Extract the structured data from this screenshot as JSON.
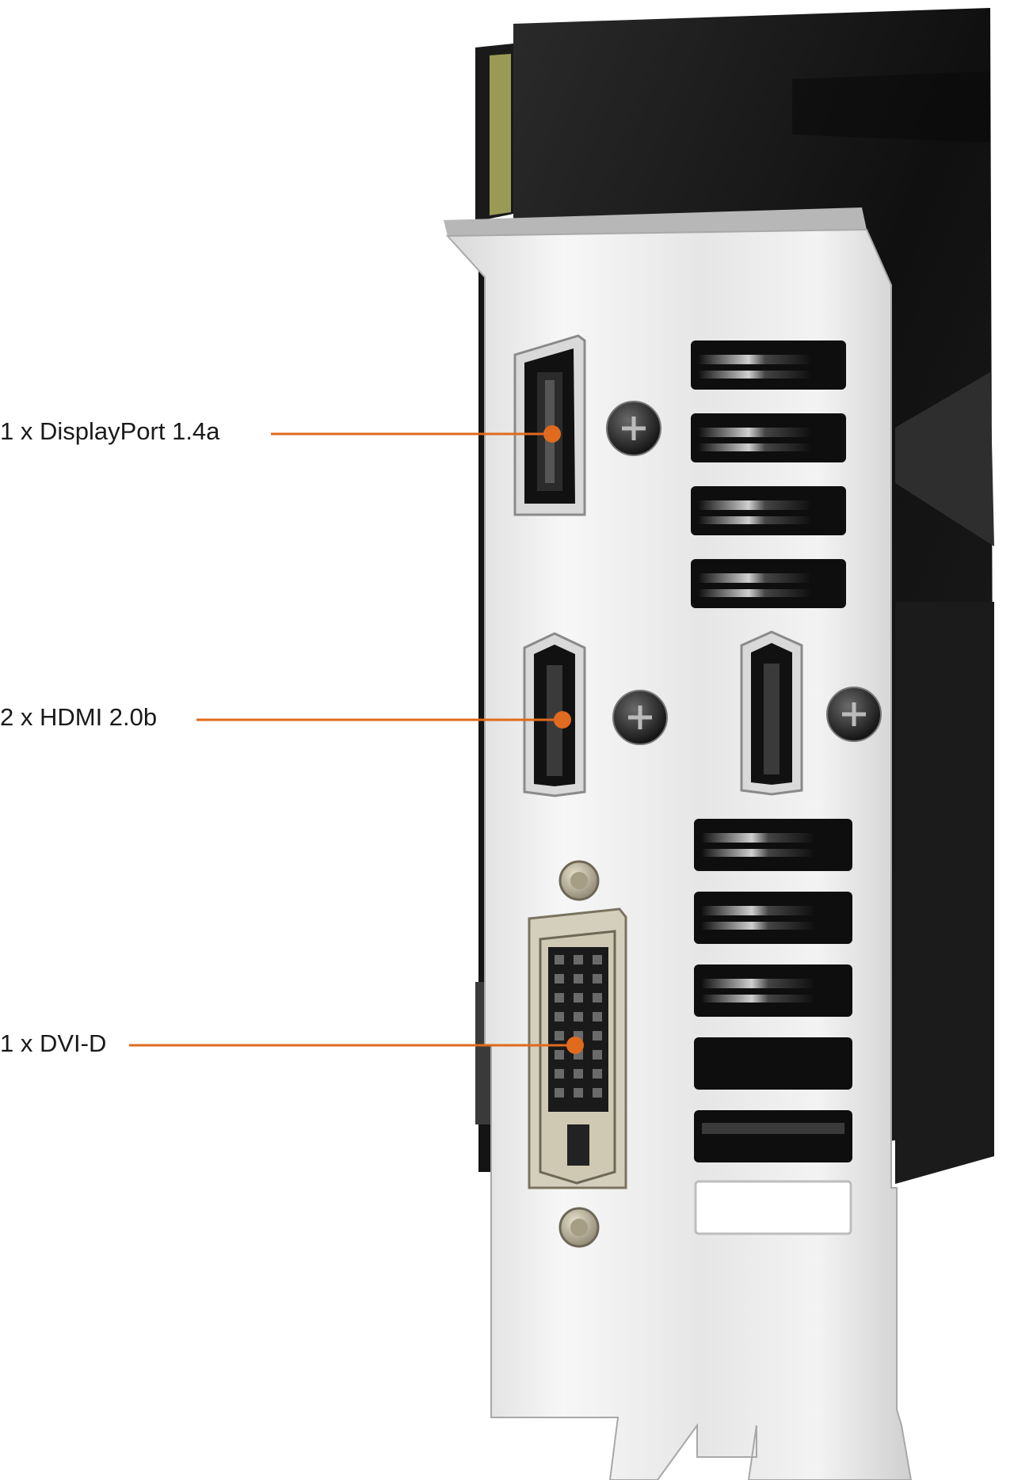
{
  "callouts": [
    {
      "label": "1 x DisplayPort 1.4a",
      "target": "displayport-port"
    },
    {
      "label": "2 x HDMI 2.0b",
      "target": "hdmi-port"
    },
    {
      "label": "1 x DVI-D",
      "target": "dvi-port"
    }
  ],
  "colors": {
    "leader": "#e06a1e",
    "bracket_light": "#f4f4f4",
    "bracket_shade": "#c9c9c9",
    "card_body": "#141414",
    "pcb_green": "#9a9a55"
  }
}
